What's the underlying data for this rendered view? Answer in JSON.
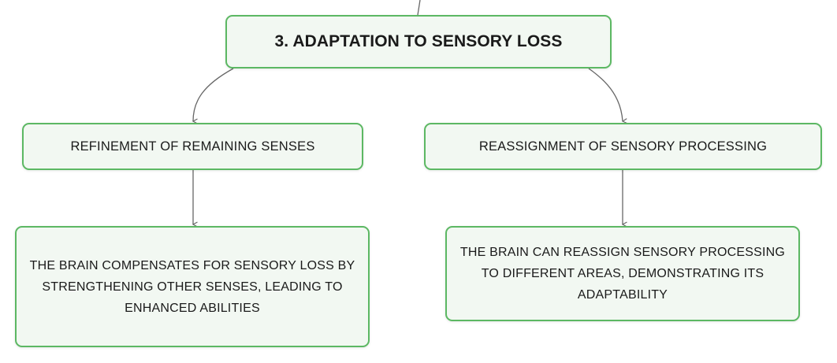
{
  "diagram": {
    "root": {
      "label": "3. ADAPTATION TO SENSORY LOSS"
    },
    "branches": [
      {
        "label": "REFINEMENT OF REMAINING SENSES",
        "detail": "THE BRAIN COMPENSATES FOR SENSORY LOSS BY STRENGTHENING OTHER SENSES, LEADING TO ENHANCED ABILITIES"
      },
      {
        "label": "REASSIGNMENT OF SENSORY PROCESSING",
        "detail": "THE BRAIN CAN REASSIGN SENSORY PROCESSING TO DIFFERENT AREAS, DEMONSTRATING ITS ADAPTABILITY"
      }
    ],
    "colors": {
      "node_border": "#5cb863",
      "node_fill": "#f2f8f2",
      "connector": "#666666"
    }
  }
}
